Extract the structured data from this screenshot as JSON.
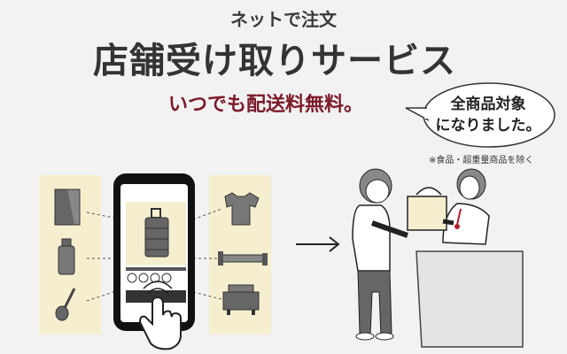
{
  "header": {
    "subtitle": "ネットで注文",
    "title": "店舗受け取りサービス",
    "tagline": "いつでも配送料無料。"
  },
  "bubble": {
    "line1": "全商品対象",
    "line2": "になりました。"
  },
  "note": "※食品・超重量商品を除く",
  "colors": {
    "background": "#f2f2f2",
    "accent": "#7b1a2a",
    "panel": "#f6efcf"
  },
  "icons": {
    "left": [
      "file-box-icon",
      "bottle-icon",
      "spoon-icon"
    ],
    "phone": [
      "suitcase-icon"
    ],
    "right": [
      "tshirt-icon",
      "bed-icon",
      "sofa-icon"
    ]
  }
}
